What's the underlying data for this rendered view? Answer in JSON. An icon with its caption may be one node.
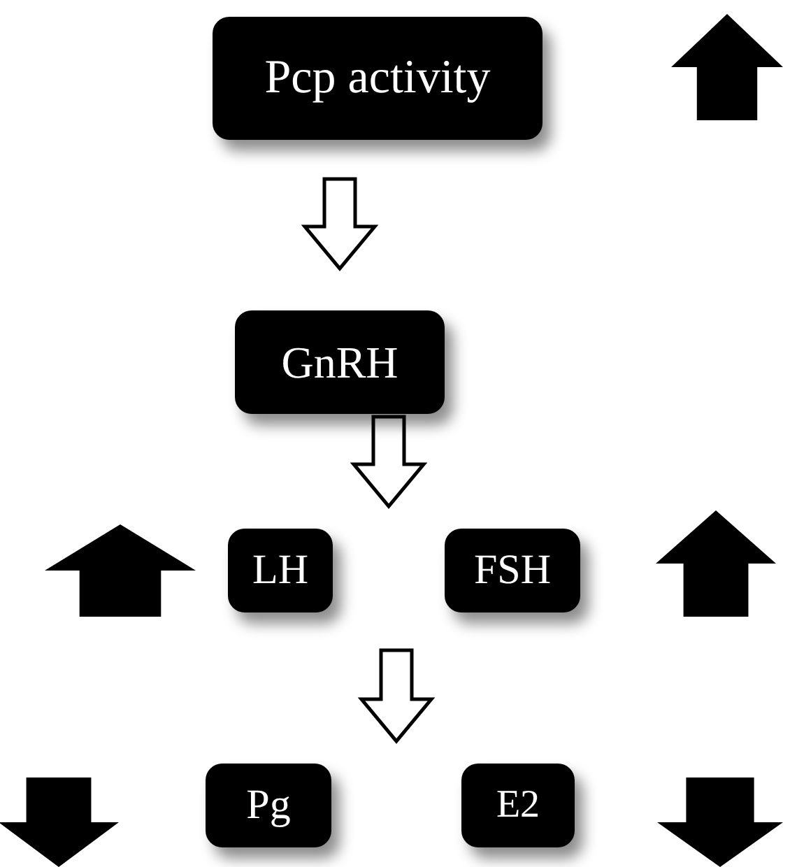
{
  "diagram": {
    "nodes": [
      {
        "text": [
          "Pcp activity"
        ]
      },
      {
        "text": [
          "GnRH"
        ]
      },
      {
        "text": [
          "LH"
        ]
      },
      {
        "text": [
          "FSH"
        ]
      },
      {
        "text": [
          "Pg"
        ]
      },
      {
        "text": [
          "E2"
        ]
      }
    ],
    "edges": [
      {
        "from": 0,
        "to": 1,
        "arrow": "to"
      },
      {
        "from": 1,
        "to": 2,
        "arrow": "to"
      },
      {
        "from": 1,
        "to": 3,
        "arrow": "to"
      },
      {
        "from": 2,
        "to": 4,
        "arrow": "to"
      },
      {
        "from": 2,
        "to": 5,
        "arrow": "to"
      },
      {
        "from": 3,
        "to": 4,
        "arrow": "to"
      },
      {
        "from": 3,
        "to": 5,
        "arrow": "to"
      }
    ]
  }
}
